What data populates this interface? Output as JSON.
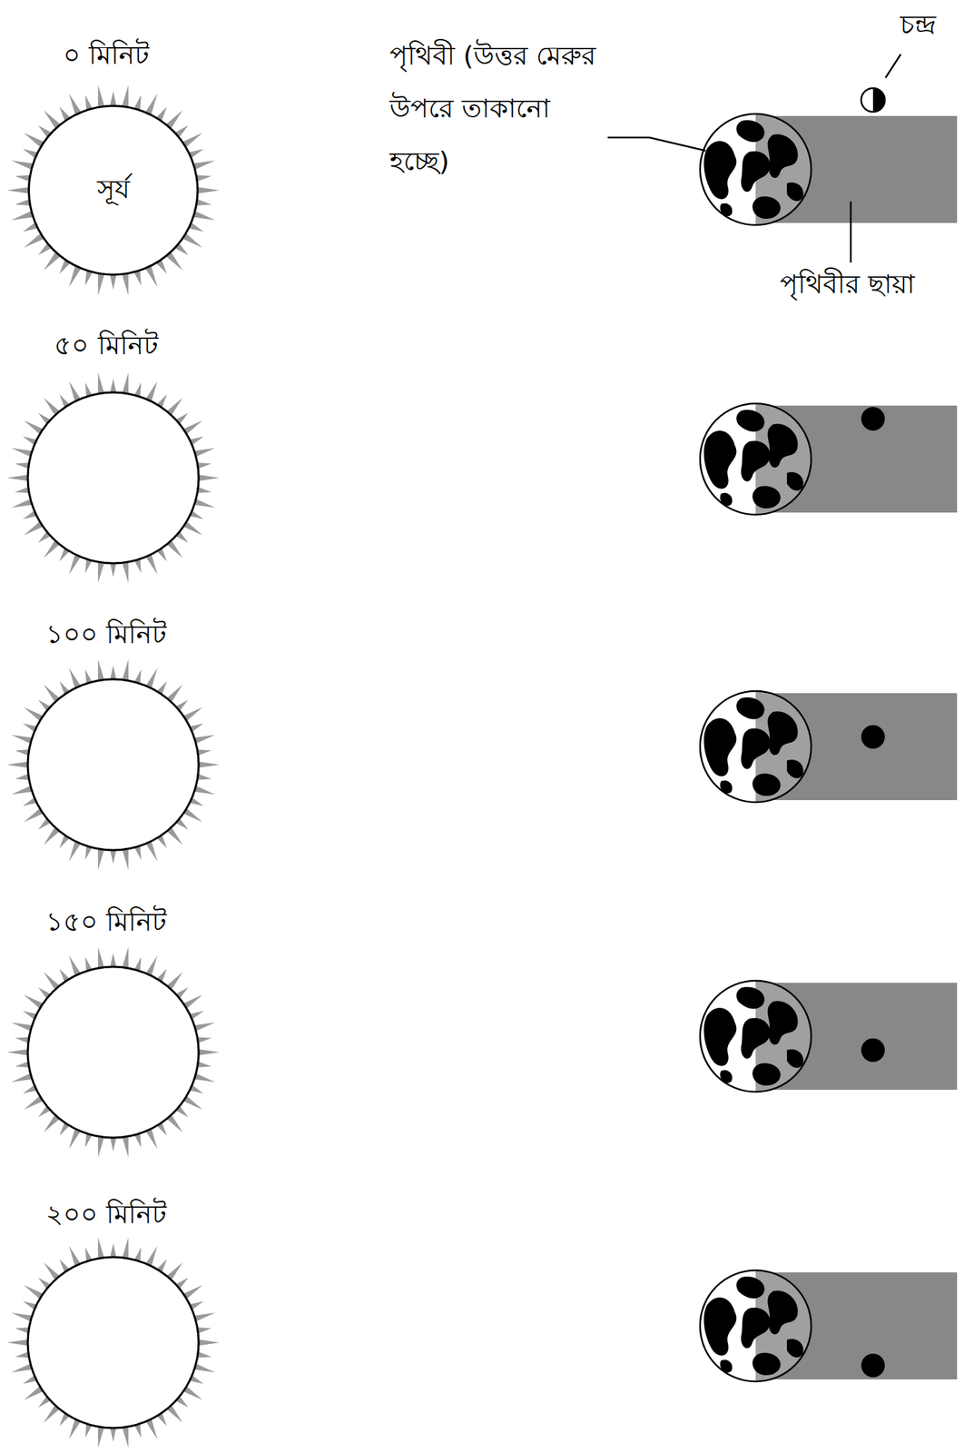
{
  "diagram": {
    "nodes": [
      {
        "text": [
          "সূর্য"
        ]
      }
    ],
    "labels": [
      "০ মিনিট",
      "৫০ মিনিট",
      "১০০ মিনিট",
      "১৫০ মিনিট",
      "২০০ মিনিট",
      "পৃথিবী (উত্তর মেরুর উপরে তাকানো হচ্ছে)",
      "চন্দ্র",
      "পৃথিবীর ছায়া"
    ]
  }
}
